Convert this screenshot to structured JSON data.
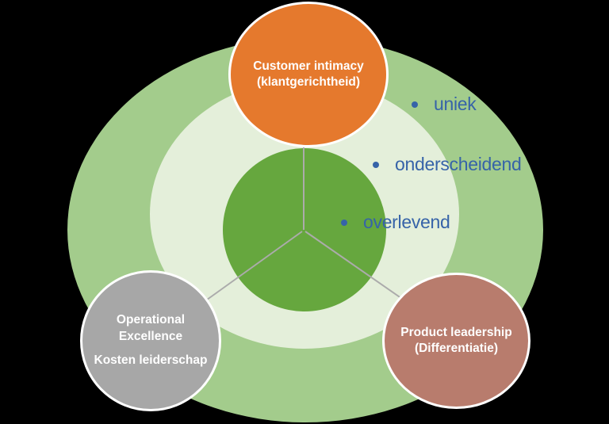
{
  "diagram": {
    "title": "Treacy & Wiersema value disciplines diagram",
    "circles": {
      "top": {
        "line1": "Customer intimacy",
        "line2": "(klantgerichtheid)",
        "color": "#E5792D"
      },
      "bottom_left": {
        "para1": "Operational Excellence",
        "para2": "Kosten leiderschap",
        "color": "#A7A7A7"
      },
      "bottom_right": {
        "line1": "Product leadership",
        "line2": "(Differentiatie)",
        "color": "#B87C6D"
      }
    },
    "levels": [
      {
        "label": "uniek"
      },
      {
        "label": "onderscheidend"
      },
      {
        "label": "overlevend"
      }
    ],
    "rings": {
      "outer_color": "#A3CC8C",
      "middle_color": "#E4EFDA",
      "core_color": "#66A73E"
    },
    "misc_colors": {
      "background": "#000000",
      "connector_line": "#ABABAB",
      "level_text": "#3663A8",
      "circle_text": "#FFFFFF",
      "circle_border": "#FFFFFF"
    }
  }
}
